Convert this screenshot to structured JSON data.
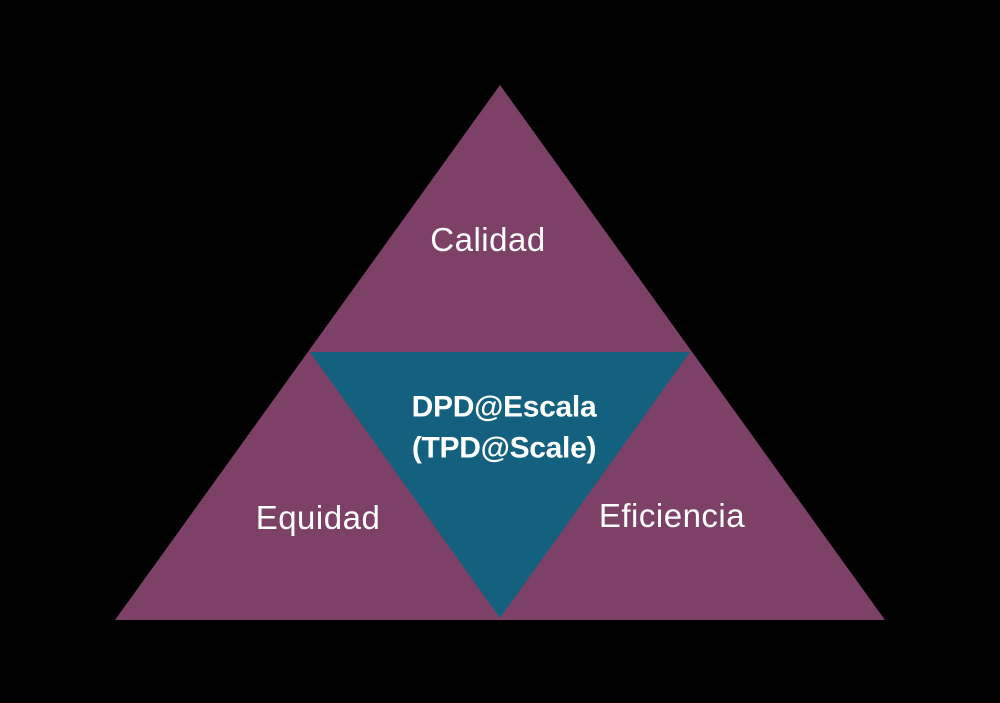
{
  "page": {
    "background_color": "#000000"
  },
  "diagram": {
    "type": "triangle-model",
    "outer_triangle_color": "#7d4168",
    "inner_triangle_color": "#14607f",
    "text_color": "#ffffff",
    "labels": {
      "top": "Calidad",
      "left": "Equidad",
      "right": "Eficiencia",
      "center_line1": "DPD@Escala",
      "center_line2": "(TPD@Scale)"
    }
  }
}
